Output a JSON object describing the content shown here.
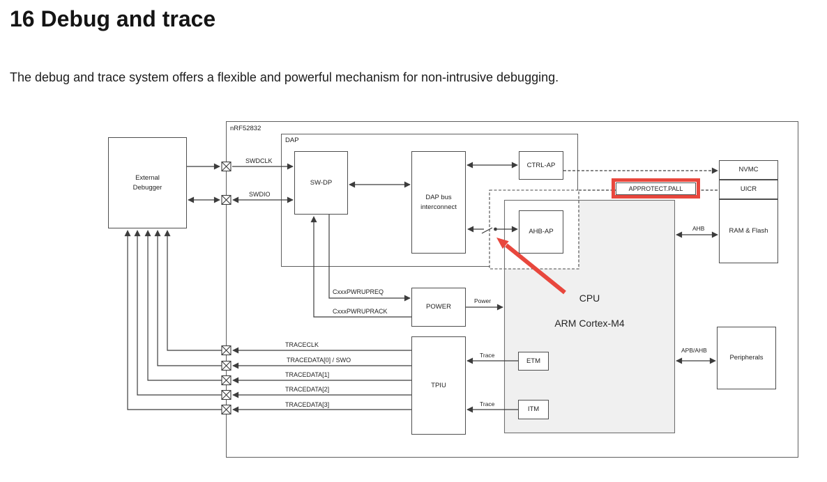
{
  "page": {
    "heading": "16 Debug and trace",
    "intro": "The debug and trace system offers a flexible and powerful mechanism for non-intrusive debugging."
  },
  "diagram": {
    "chip_label": "nRF52832",
    "dap_label": "DAP",
    "blocks": {
      "external_debugger_line1": "External",
      "external_debugger_line2": "Debugger",
      "sw_dp": "SW-DP",
      "dap_bus_line1": "DAP bus",
      "dap_bus_line2": "interconnect",
      "ctrl_ap": "CTRL-AP",
      "ahb_ap": "AHB-AP",
      "power": "POWER",
      "tpiu": "TPIU",
      "etm": "ETM",
      "itm": "ITM",
      "nvmc": "NVMC",
      "uicr": "UICR",
      "ram_flash": "RAM & Flash",
      "peripherals": "Peripherals",
      "cpu": "CPU",
      "cpu_type": "ARM Cortex-M4"
    },
    "signals": {
      "swdclk": "SWDCLK",
      "swdio": "SWDIO",
      "pwrupreq": "CxxxPWRUPREQ",
      "pwrupack": "CxxxPWRUPRACK",
      "traceclk": "TRACECLK",
      "tracedata0": "TRACEDATA[0] / SWO",
      "tracedata1": "TRACEDATA[1]",
      "tracedata2": "TRACEDATA[2]",
      "tracedata3": "TRACEDATA[3]",
      "power": "Power",
      "trace_etm": "Trace",
      "trace_itm": "Trace",
      "ahb": "AHB",
      "apb_ahb": "APB/AHB"
    },
    "annotation": {
      "approtect_label": "APPROTECT.PALL",
      "highlight_color": "#e8473d"
    },
    "colors": {
      "line": "#3c3c3c",
      "cpu_fill": "#f0f0f0",
      "background": "#ffffff"
    }
  }
}
